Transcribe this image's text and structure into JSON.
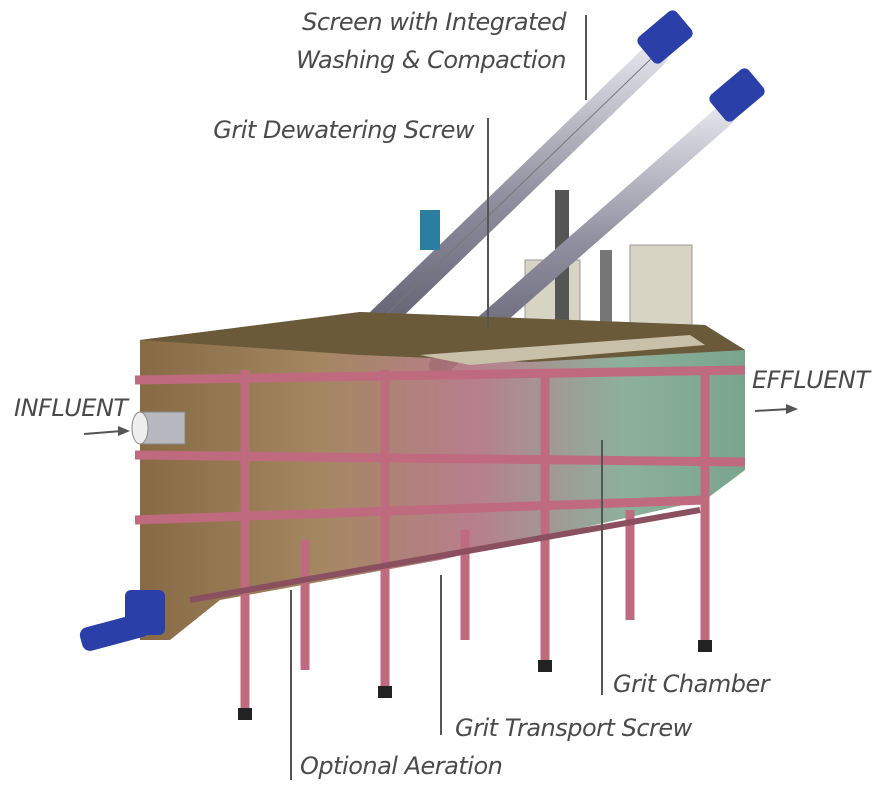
{
  "labels": {
    "screen_line1": "Screen with Integrated",
    "screen_line2": "Washing & Compaction",
    "grit_dewatering": "Grit Dewatering Screw",
    "influent": "INFLUENT",
    "effluent": "EFFLUENT",
    "grit_chamber": "Grit Chamber",
    "grit_transport": "Grit Transport Screw",
    "optional_aeration": "Optional Aeration"
  },
  "colors": {
    "tank_brown": "#8a6a3a",
    "tank_green": "#7fa88a",
    "frame_pink": "#c0607a",
    "motor_blue": "#2a3fa8",
    "pipe_steel": "#a8a8b4",
    "text": "#4a4a4a"
  }
}
